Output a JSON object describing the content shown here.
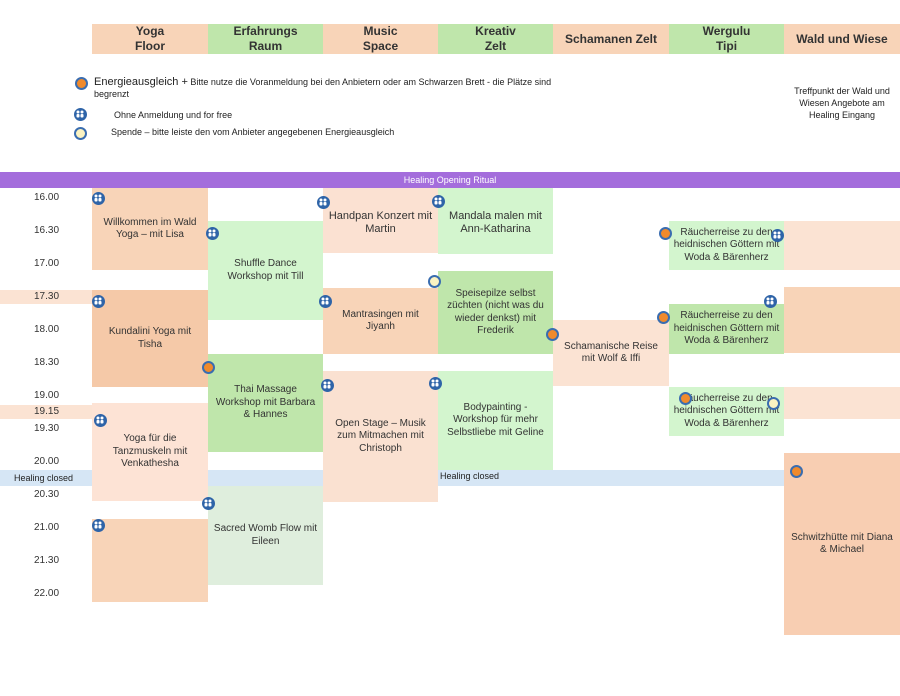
{
  "headers": [
    {
      "label": "Yoga\nFloor"
    },
    {
      "label": "Erfahrungs\nRaum"
    },
    {
      "label": "Music\nSpace"
    },
    {
      "label": "Kreativ\nZelt"
    },
    {
      "label": "Schamanen Zelt"
    },
    {
      "label": "Wergulu\nTipi"
    },
    {
      "label": "Wald und Wiese"
    }
  ],
  "legend": {
    "energie_title": "Energieausgleich +",
    "energie_text": " Bitte nutze die Voranmeldung bei den Anbietern oder am Schwarzen Brett - die Plätze sind begrenzt",
    "free_text": "Ohne Anmeldung und for free",
    "spende_text": "Spende – bitte leiste den vom Anbieter angegebenen Energieausgleich"
  },
  "side_note": "Treffpunkt der Wald und Wiesen Angebote am Healing Eingang",
  "banner": "Healing Opening Ritual",
  "closed_left": "Healing closed",
  "closed_right": "Healing closed",
  "times": [
    "16.00",
    "16.30",
    "17.00",
    "17.30",
    "18.00",
    "18.30",
    "19.00",
    "19.15",
    "19.30",
    "20.00",
    "20.30",
    "21.00",
    "21.30",
    "22.00"
  ],
  "events": [
    {
      "title": "Willkommen im Wald Yoga – mit Lisa"
    },
    {
      "title": "Kundalini Yoga mit Tisha"
    },
    {
      "title": "Yoga für die Tanzmuskeln mit Venkathesha"
    },
    {
      "title": ""
    },
    {
      "title": "Shuffle Dance Workshop mit Till"
    },
    {
      "title": "Thai Massage Workshop mit Barbara & Hannes"
    },
    {
      "title": "Sacred Womb Flow mit Eileen"
    },
    {
      "title": "Handpan Konzert mit Martin"
    },
    {
      "title": "Mantrasingen mit Jiyanh"
    },
    {
      "title": "Open Stage – Musik zum Mitmachen mit Christoph"
    },
    {
      "title": "Mandala malen mit Ann-Katharina"
    },
    {
      "title": "Speisepilze selbst züchten (nicht was du wieder denkst) mit Frederik"
    },
    {
      "title": "Bodypainting - Workshop für mehr Selbstliebe mit Geline"
    },
    {
      "title": "Schamanische Reise mit Wolf & Iffi"
    },
    {
      "title": "Räucherreise zu den heidnischen Göttern mit Woda & Bärenherz"
    },
    {
      "title": "Räucherreise zu den heidnischen Göttern mit Woda & Bärenherz"
    },
    {
      "title": "Räucherreise zu den heidnischen Göttern mit Woda & Bärenherz"
    },
    {
      "title": "Schwitzhütte mit Diana & Michael"
    }
  ],
  "icon_kinds": {
    "energie": "orange-dot-icon",
    "free": "people-icon",
    "spende": "light-dot-icon"
  },
  "colors": {
    "peach": "#f8d4b8",
    "green": "#bfe6ab",
    "light_green": "#d3f5ce",
    "banner": "#a46ddc",
    "closed": "#d6e6f5",
    "icon_blue": "#2f64a8",
    "icon_orange": "#f08a2c"
  }
}
